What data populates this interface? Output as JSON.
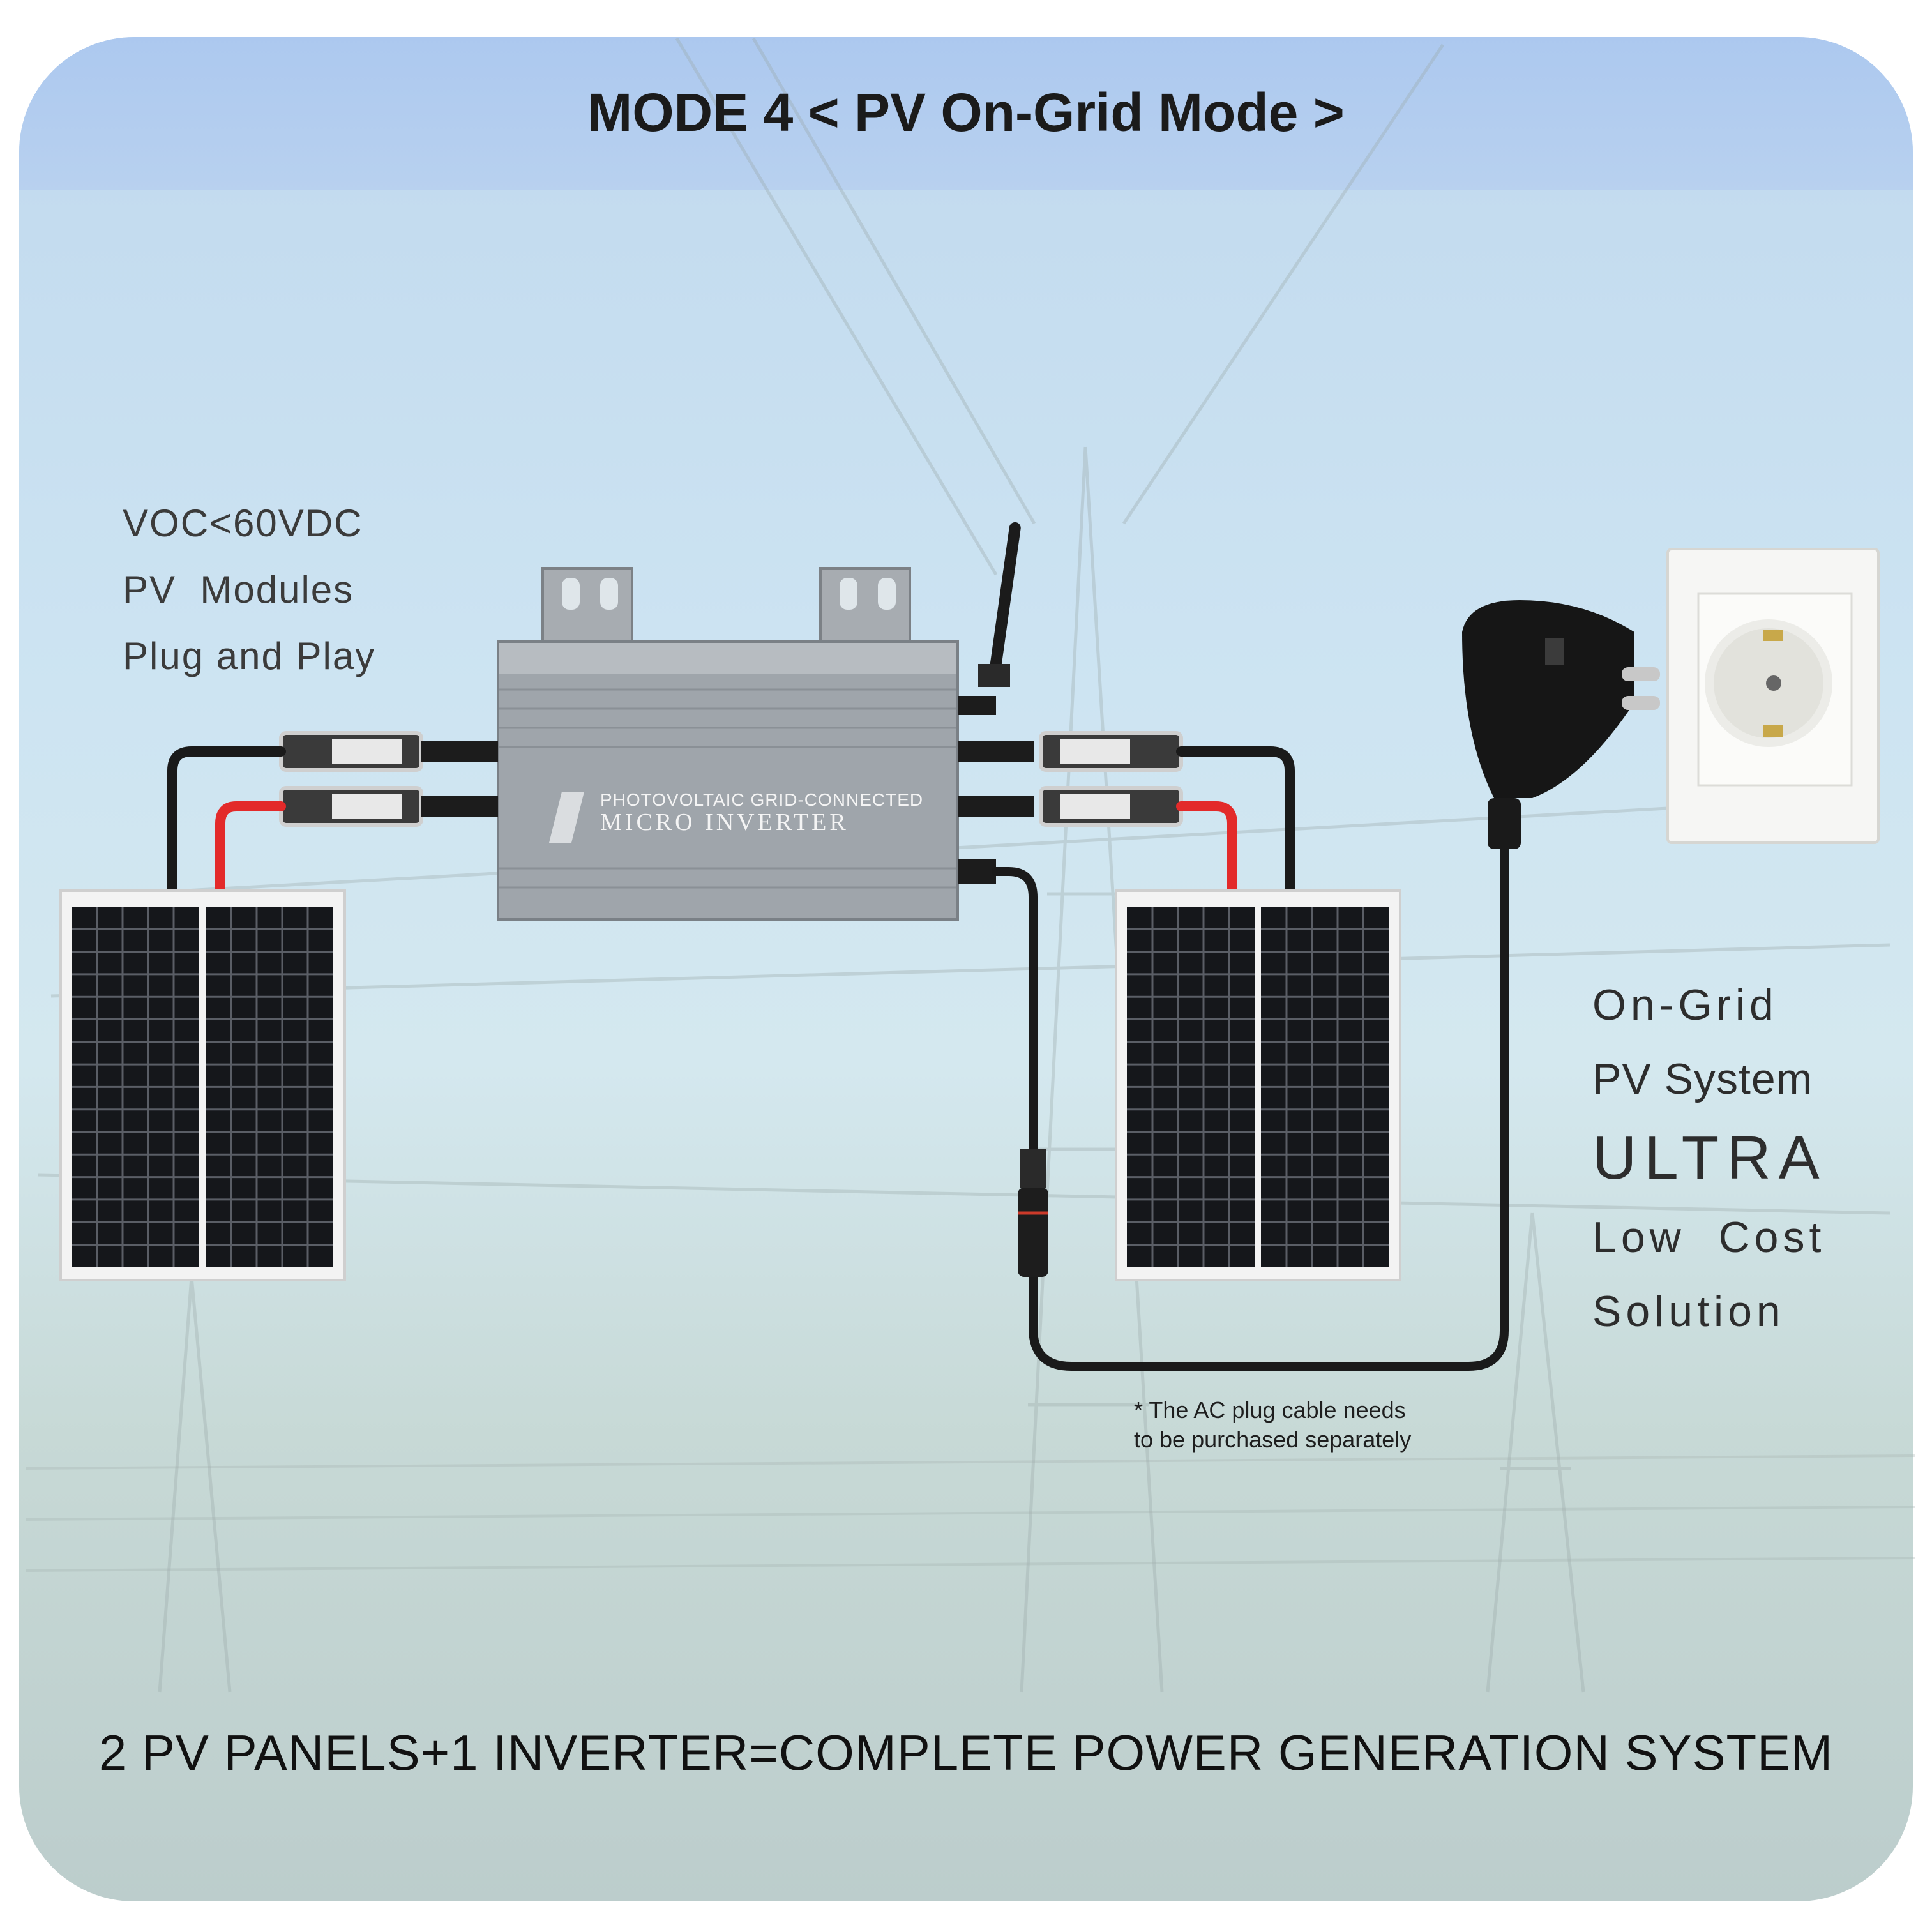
{
  "title": "MODE 4 < PV On-Grid Mode >",
  "left_note": [
    "VOC<60VDC",
    "PV  Modules",
    "Plug and Play"
  ],
  "inverter": {
    "line1": "PHOTOVOLTAIC GRID-CONNECTED",
    "line2": "MICRO INVERTER"
  },
  "right_note": [
    "On-Grid",
    "PV System",
    "ULTRA",
    "Low  Cost",
    "Solution"
  ],
  "disclaimer": [
    "* The AC plug cable needs",
    "to be purchased separately"
  ],
  "bottom_text": "2 PV PANELS+1 INVERTER=COMPLETE POWER GENERATION SYSTEM",
  "colors": {
    "cable_black": "#1a1a1a",
    "cable_red": "#e32a2a",
    "inverter_body": "#9ea3a8",
    "panel_cell": "#15171b"
  }
}
